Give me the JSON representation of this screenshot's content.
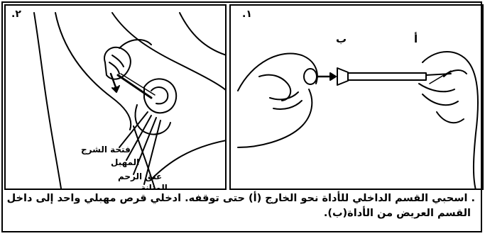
{
  "panel_left": {
    "number": ".٢",
    "labels": {
      "anus_opening": "فتحة الشرج",
      "vagina": "المهبل",
      "cervix": "عنق الرحم",
      "bladder": "المثانة"
    }
  },
  "panel_right": {
    "number": ".١",
    "label_a": "أ",
    "label_b": "ب"
  },
  "caption": {
    "line1": ". اسحبي القسم الداخلي للأداة نحو الخارج (أ) حتى توقفه. ادخلي قرص مهبلي واحد إلى داخل",
    "line2": "القسم العريض من الأداة(ب)."
  }
}
